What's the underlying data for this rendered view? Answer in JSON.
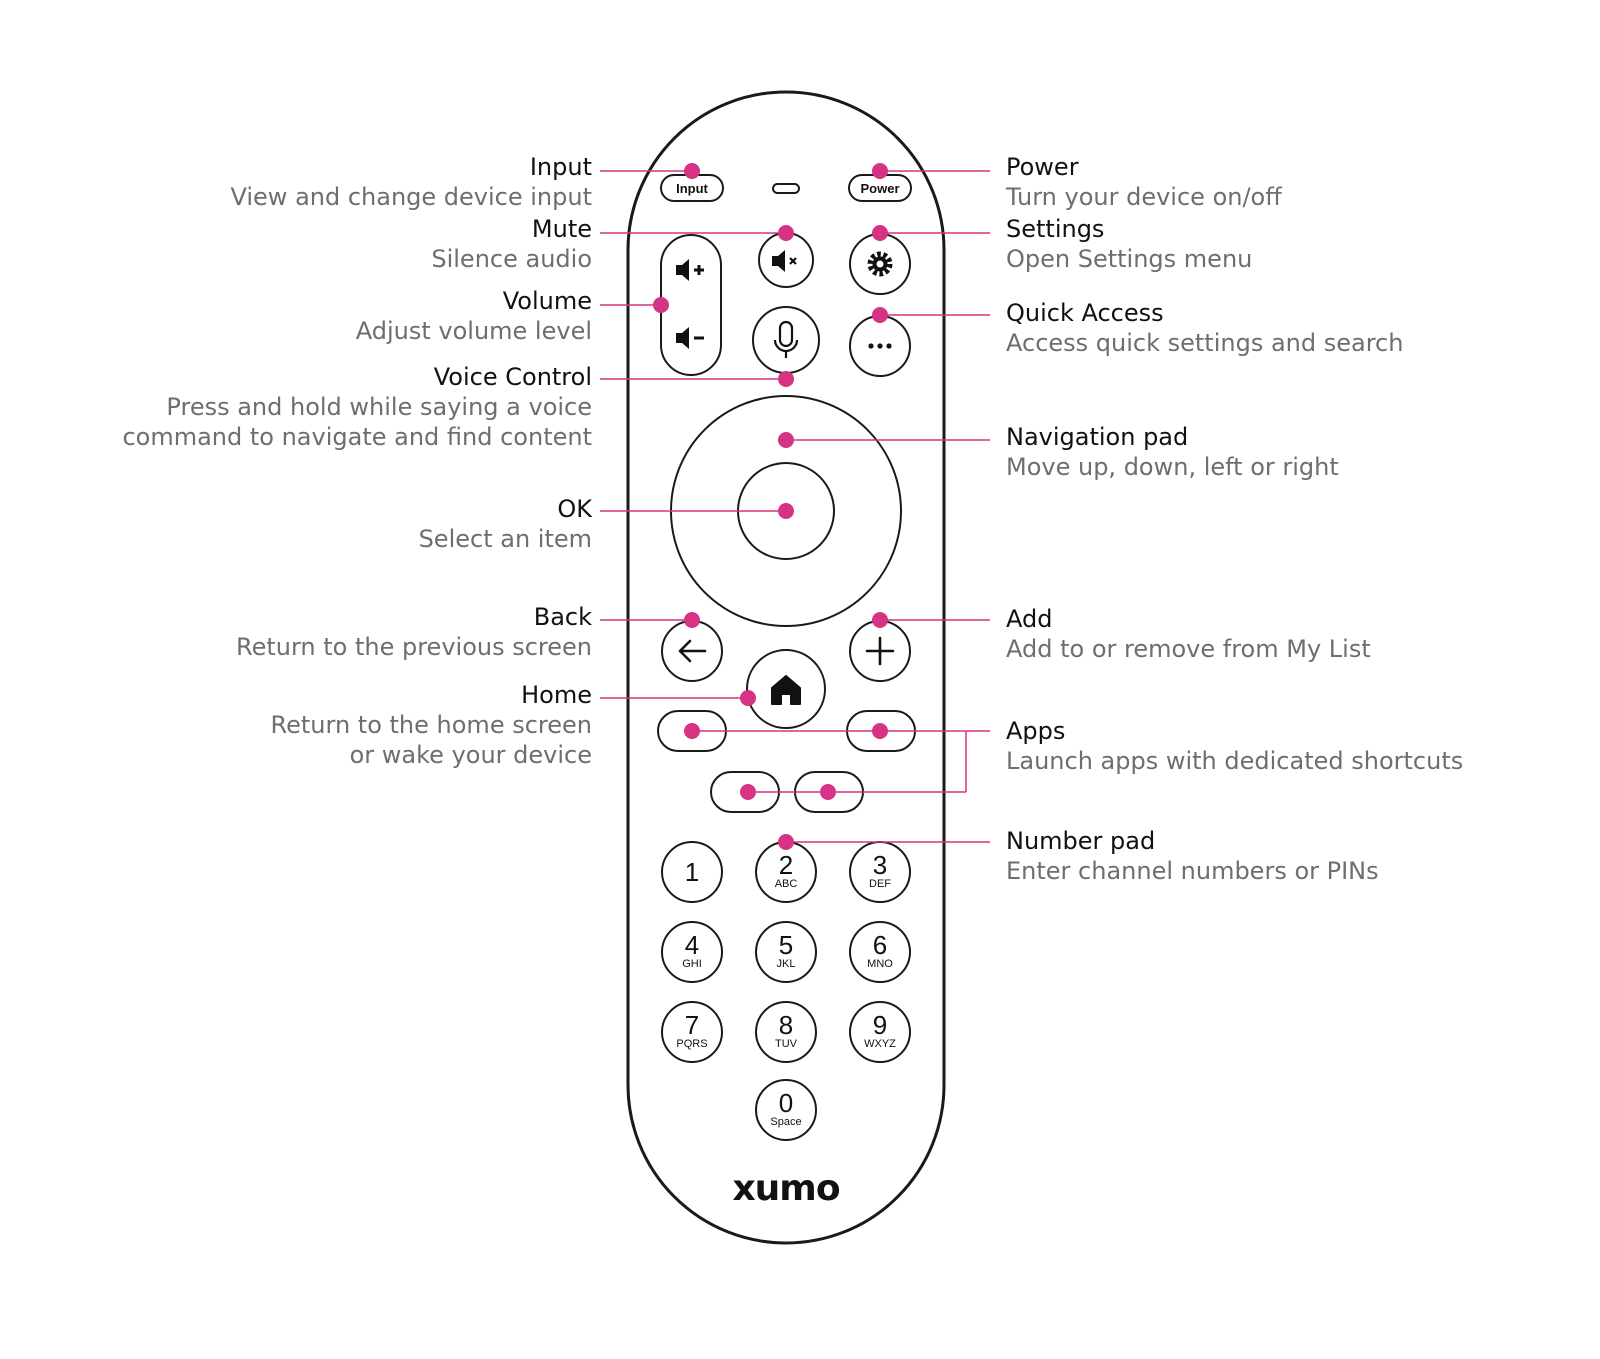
{
  "colors": {
    "accent": "#d63384",
    "outline": "#1a1a1a",
    "title": "#111111",
    "description": "#6e6e6e"
  },
  "remote": {
    "brand": "xumo",
    "buttons": {
      "input": "Input",
      "power": "Power",
      "numbers": [
        {
          "digit": "1",
          "letters": ""
        },
        {
          "digit": "2",
          "letters": "ABC"
        },
        {
          "digit": "3",
          "letters": "DEF"
        },
        {
          "digit": "4",
          "letters": "GHI"
        },
        {
          "digit": "5",
          "letters": "JKL"
        },
        {
          "digit": "6",
          "letters": "MNO"
        },
        {
          "digit": "7",
          "letters": "PQRS"
        },
        {
          "digit": "8",
          "letters": "TUV"
        },
        {
          "digit": "9",
          "letters": "WXYZ"
        },
        {
          "digit": "0",
          "letters": "Space"
        }
      ]
    },
    "icons": [
      "volume-up-icon",
      "volume-down-icon",
      "mute-icon",
      "settings-gear-icon",
      "microphone-icon",
      "more-dots-icon",
      "back-arrow-icon",
      "add-plus-icon",
      "home-icon"
    ]
  },
  "callouts": {
    "input": {
      "title": "Input",
      "desc": "View and change device input"
    },
    "mute": {
      "title": "Mute",
      "desc": "Silence audio"
    },
    "volume": {
      "title": "Volume",
      "desc": "Adjust volume level"
    },
    "voice": {
      "title": "Voice Control",
      "desc1": "Press and hold while saying a voice",
      "desc2": "command to navigate and find content"
    },
    "ok": {
      "title": "OK",
      "desc": "Select an item"
    },
    "back": {
      "title": "Back",
      "desc": "Return to the previous screen"
    },
    "home": {
      "title": "Home",
      "desc1": "Return to the home screen",
      "desc2": "or wake your device"
    },
    "power": {
      "title": "Power",
      "desc": "Turn your device on/off"
    },
    "settings": {
      "title": "Settings",
      "desc": "Open Settings menu"
    },
    "quick": {
      "title": "Quick Access",
      "desc": "Access quick settings and search"
    },
    "nav": {
      "title": "Navigation pad",
      "desc": "Move up, down, left or right"
    },
    "add": {
      "title": "Add",
      "desc": "Add to or remove from My List"
    },
    "apps": {
      "title": "Apps",
      "desc": "Launch apps with dedicated shortcuts"
    },
    "numpad": {
      "title": "Number pad",
      "desc": "Enter channel numbers or PINs"
    }
  }
}
